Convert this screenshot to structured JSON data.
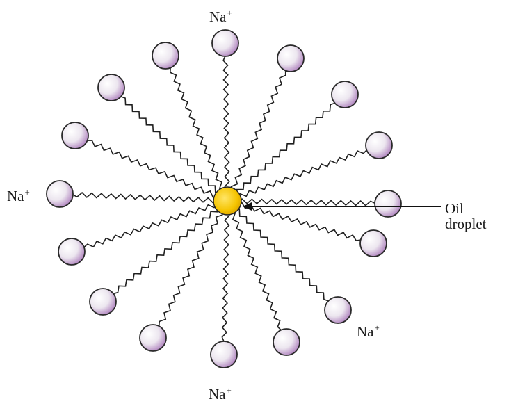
{
  "ion_labels": {
    "top": {
      "base": "Na",
      "charge": "+"
    },
    "left": {
      "base": "Na",
      "charge": "+"
    },
    "bottom_right": {
      "base": "Na",
      "charge": "+"
    },
    "bottom": {
      "base": "Na",
      "charge": "+"
    }
  },
  "pointer_label": {
    "line1": "Oil",
    "line2": "droplet"
  },
  "colors": {
    "head_fill": "#ece6ef",
    "head_shade": "#b084bf",
    "droplet": "#f5c400",
    "tail": "#1f1f1f"
  }
}
